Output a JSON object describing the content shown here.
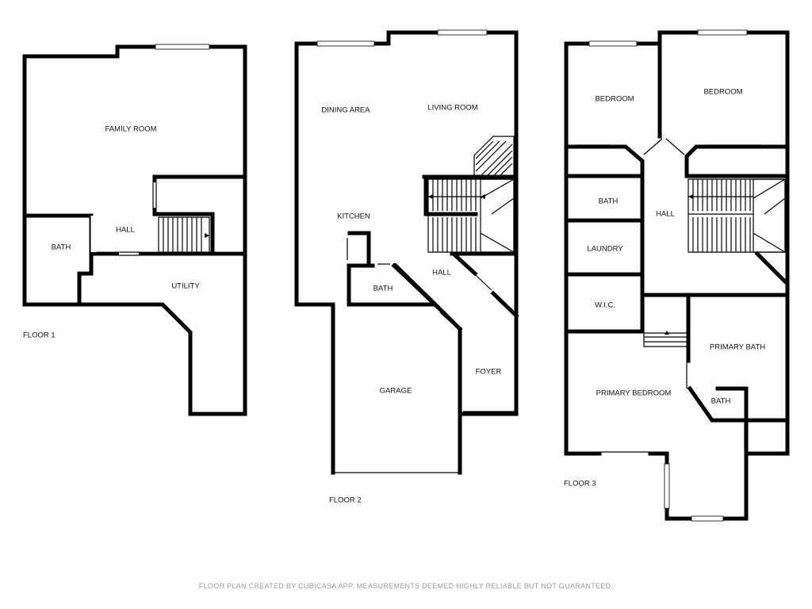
{
  "floors": [
    {
      "label": "FLOOR 1",
      "rooms": {
        "family_room": "FAMILY ROOM",
        "bath": "BATH",
        "hall": "HALL",
        "utility": "UTILITY"
      }
    },
    {
      "label": "FLOOR 2",
      "rooms": {
        "dining_area": "DINING AREA",
        "living_room": "LIVING ROOM",
        "kitchen": "KITCHEN",
        "bath": "BATH",
        "hall": "HALL",
        "foyer": "FOYER",
        "garage": "GARAGE"
      }
    },
    {
      "label": "FLOOR 3",
      "rooms": {
        "bedroom_left": "BEDROOM",
        "bedroom_right": "BEDROOM",
        "bath": "BATH",
        "hall": "HALL",
        "laundry": "LAUNDRY",
        "wic": "W.I.C.",
        "primary_bath": "PRIMARY BATH",
        "primary_bedroom": "PRIMARY BEDROOM",
        "primary_bath_small": "BATH"
      }
    }
  ],
  "footer": "FLOOR PLAN CREATED BY CUBICASA APP. MEASUREMENTS DEEMED HIGHLY RELIABLE BUT NOT GUARANTEED."
}
